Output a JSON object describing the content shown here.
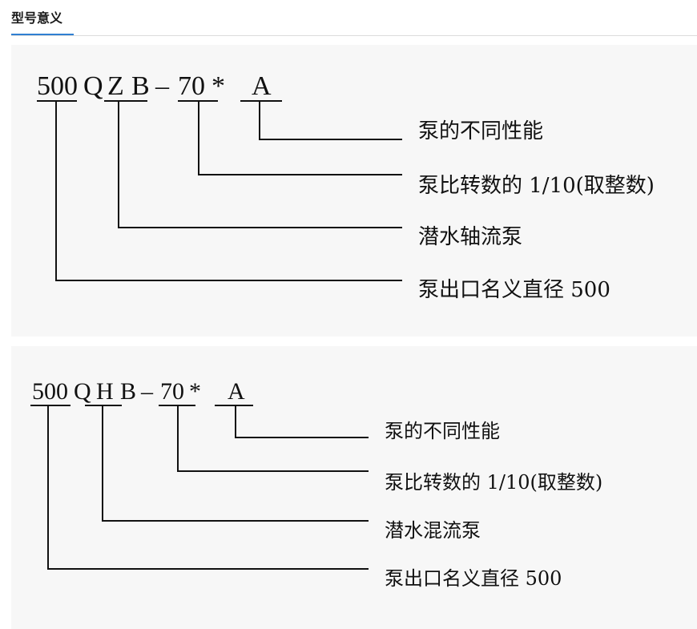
{
  "header": {
    "tab_label": "型号意义"
  },
  "diagrams": [
    {
      "code": [
        "500",
        "Q",
        "Z",
        "B",
        "–",
        "70",
        "*",
        "A"
      ],
      "descriptions": [
        "泵的不同性能",
        "泵比转数的 1/10(取整数)",
        "潜水轴流泵",
        "泵出口名义直径 500"
      ]
    },
    {
      "code": [
        "500",
        "Q",
        "H",
        "B",
        "–",
        "70",
        "*",
        "A"
      ],
      "descriptions": [
        "泵的不同性能",
        "泵比转数的 1/10(取整数)",
        "潜水混流泵",
        "泵出口名义直径 500"
      ]
    }
  ]
}
